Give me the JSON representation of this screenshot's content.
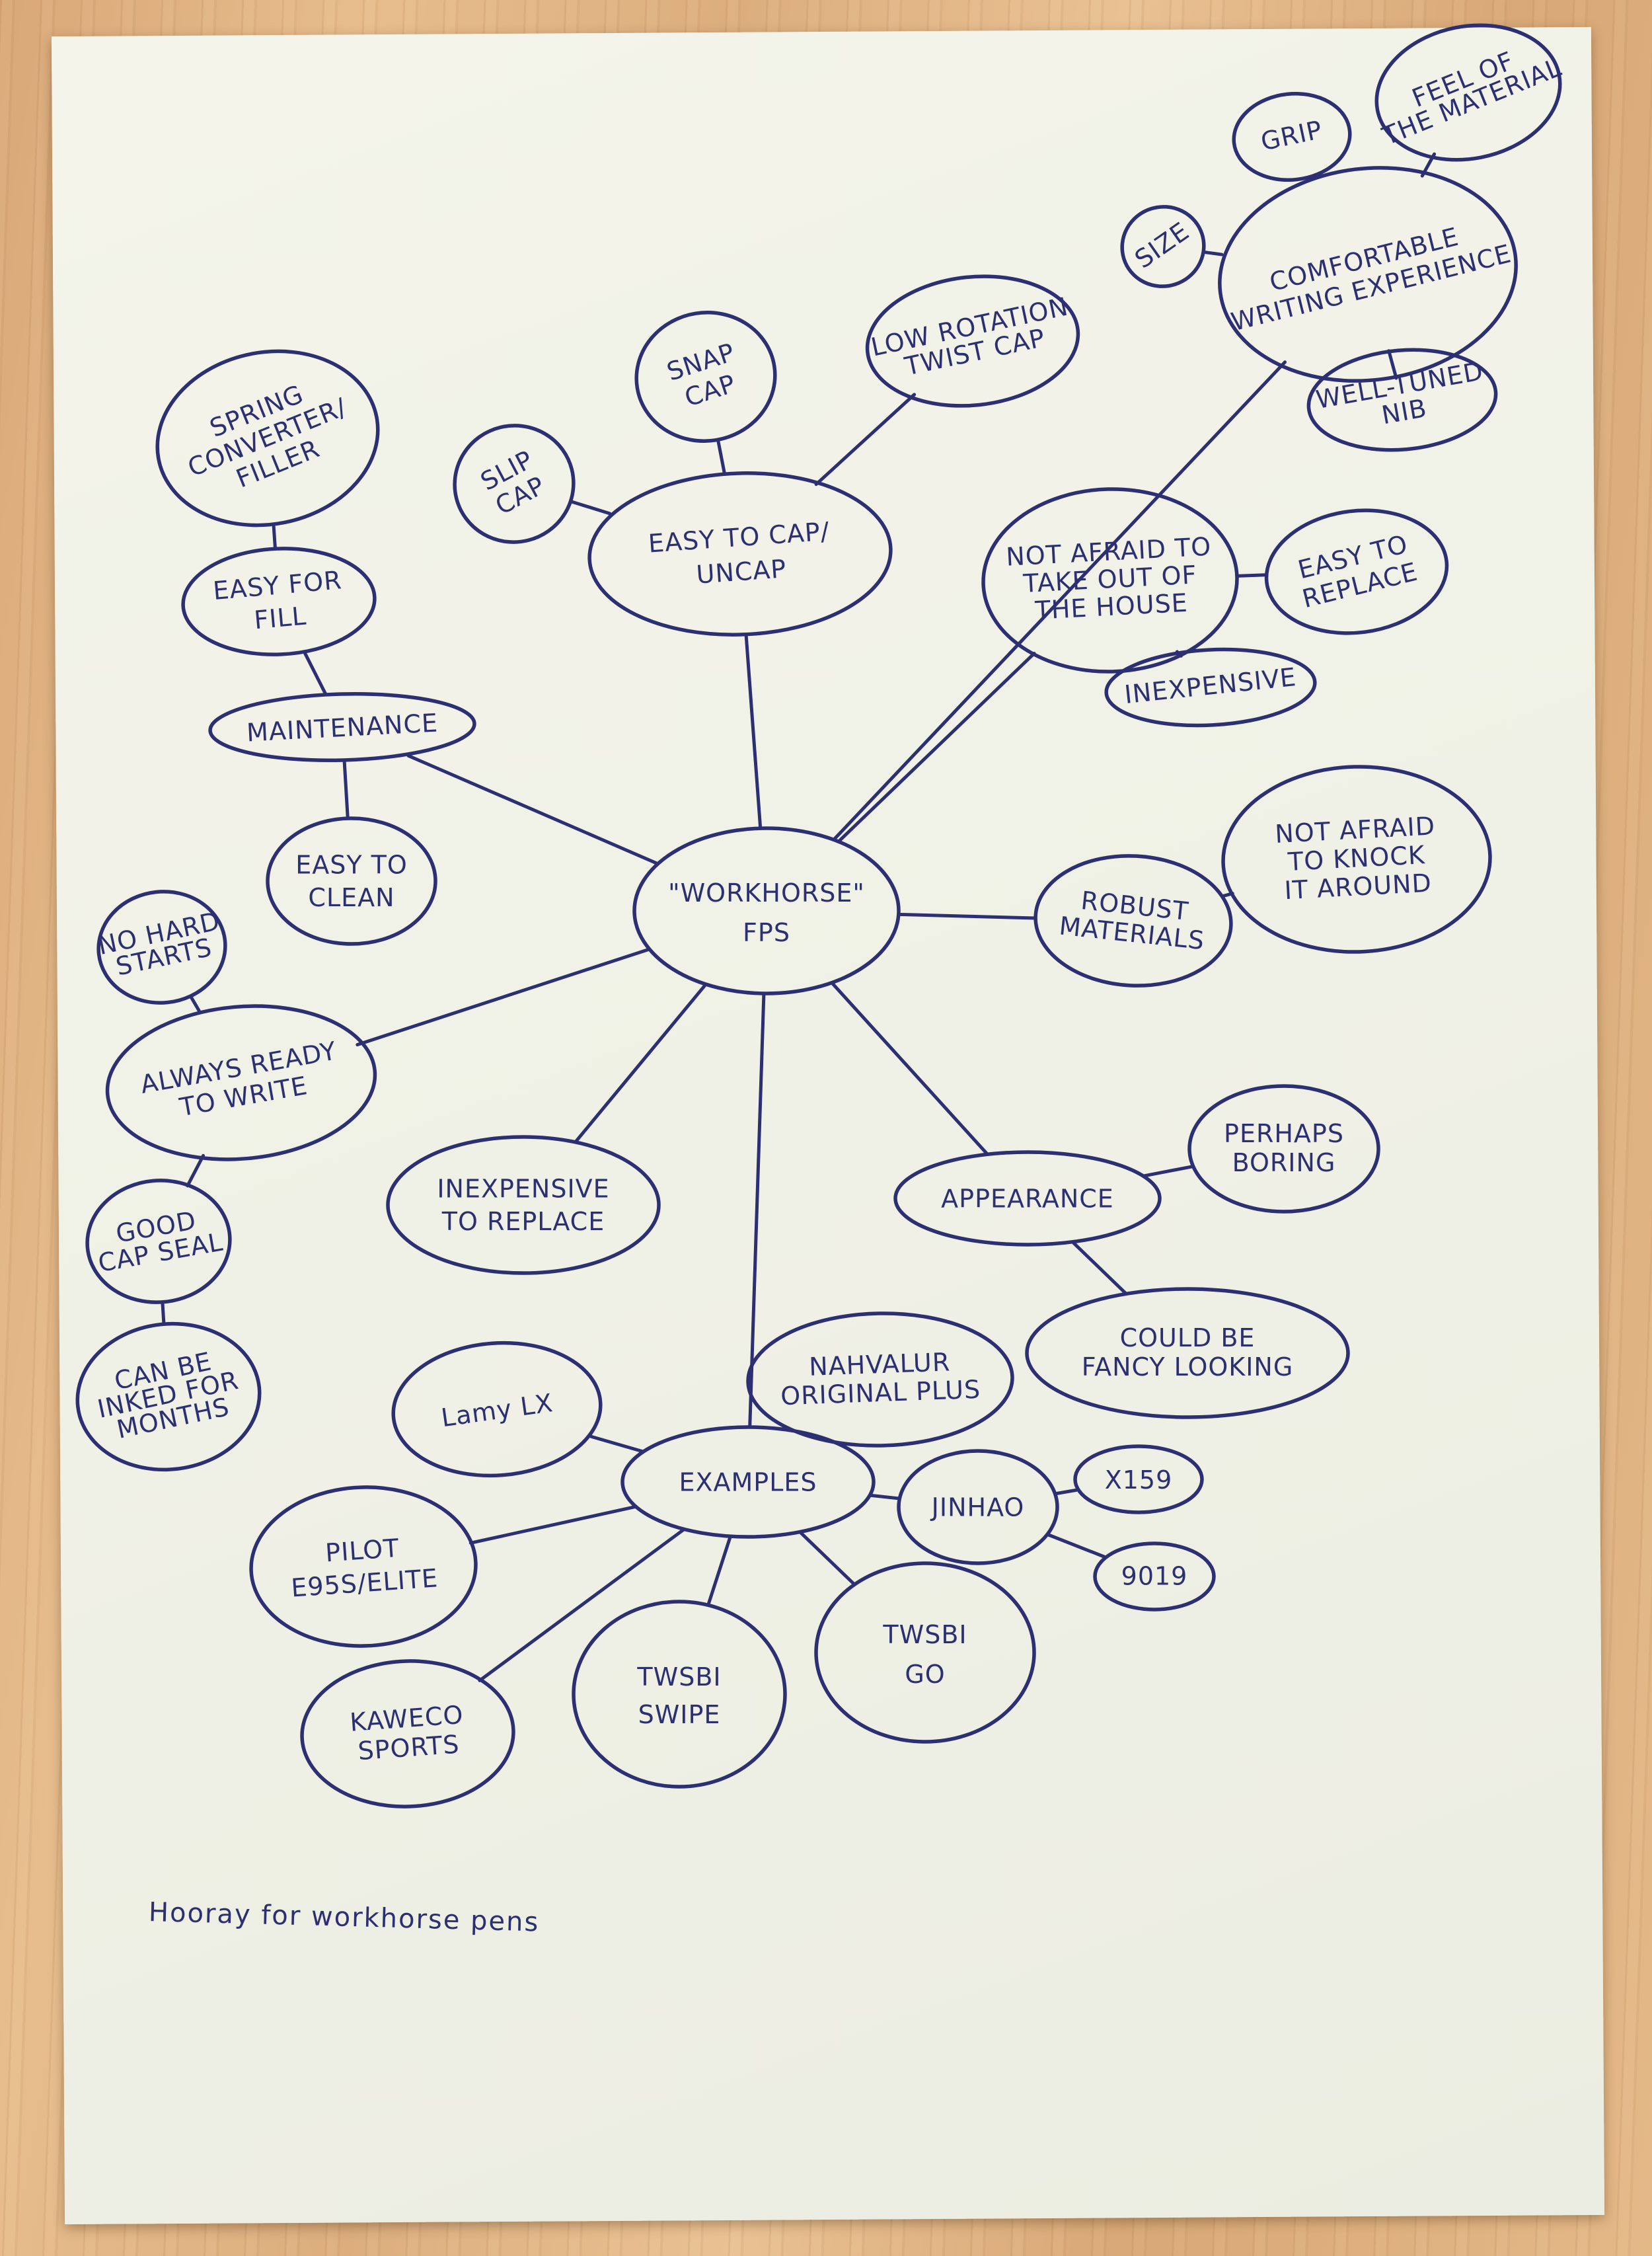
{
  "center": {
    "id": "center",
    "lines": [
      "\"WORKHORSE\"",
      "FPS"
    ]
  },
  "nodes": [
    {
      "id": "maintenance",
      "parent": "center",
      "lines": [
        "MAINTENANCE"
      ]
    },
    {
      "id": "easy-refill",
      "parent": "maintenance",
      "lines": [
        "EASY FOR",
        "FILL"
      ]
    },
    {
      "id": "spring-converter",
      "parent": "easy-refill",
      "lines": [
        "SPRING",
        "CONVERTER/",
        "FILLER"
      ]
    },
    {
      "id": "easy-clean",
      "parent": "maintenance",
      "lines": [
        "EASY TO",
        "CLEAN"
      ]
    },
    {
      "id": "easy-cap",
      "parent": "center",
      "lines": [
        "EASY TO CAP/",
        "UNCAP"
      ]
    },
    {
      "id": "slip-cap",
      "parent": "easy-cap",
      "lines": [
        "SLIP",
        "CAP"
      ]
    },
    {
      "id": "snap-cap",
      "parent": "easy-cap",
      "lines": [
        "SNAP",
        "CAP"
      ]
    },
    {
      "id": "twist-cap",
      "parent": "easy-cap",
      "lines": [
        "LOW ROTATION",
        "TWIST CAP"
      ]
    },
    {
      "id": "comfortable",
      "parent": "center",
      "lines": [
        "COMFORTABLE",
        "WRITING EXPERIENCE"
      ]
    },
    {
      "id": "size",
      "parent": "comfortable",
      "lines": [
        "SIZE"
      ]
    },
    {
      "id": "grip",
      "parent": "comfortable",
      "lines": [
        "GRIP"
      ]
    },
    {
      "id": "feel-material",
      "parent": "comfortable",
      "lines": [
        "FEEL OF",
        "THE MATERIAL"
      ]
    },
    {
      "id": "nib",
      "parent": "comfortable",
      "lines": [
        "WELL-TUNED",
        "NIB"
      ]
    },
    {
      "id": "not-afraid-house",
      "parent": "center",
      "lines": [
        "NOT AFRAID TO",
        "TAKE OUT OF",
        "THE HOUSE"
      ]
    },
    {
      "id": "easy-replace",
      "parent": "not-afraid-house",
      "lines": [
        "EASY TO",
        "REPLACE"
      ]
    },
    {
      "id": "inexpensive-small",
      "parent": "not-afraid-house",
      "lines": [
        "INEXPENSIVE"
      ]
    },
    {
      "id": "robust",
      "parent": "center",
      "lines": [
        "ROBUST",
        "MATERIALS"
      ]
    },
    {
      "id": "not-afraid-knock",
      "parent": "robust",
      "lines": [
        "NOT AFRAID",
        "TO KNOCK",
        "IT AROUND"
      ]
    },
    {
      "id": "always-ready",
      "parent": "center",
      "lines": [
        "ALWAYS READY",
        "TO WRITE"
      ]
    },
    {
      "id": "no-hard-starts",
      "parent": "always-ready",
      "lines": [
        "NO HARD",
        "STARTS"
      ]
    },
    {
      "id": "good-cap-seal",
      "parent": "always-ready",
      "lines": [
        "GOOD",
        "CAP SEAL"
      ]
    },
    {
      "id": "inked-months",
      "parent": "good-cap-seal",
      "lines": [
        "CAN BE",
        "INKED FOR",
        "MONTHS"
      ]
    },
    {
      "id": "inexpensive-replace",
      "parent": "center",
      "lines": [
        "INEXPENSIVE",
        "TO REPLACE"
      ]
    },
    {
      "id": "appearance",
      "parent": "center",
      "lines": [
        "APPEARANCE"
      ]
    },
    {
      "id": "perhaps-boring",
      "parent": "appearance",
      "lines": [
        "PERHAPS",
        "BORING"
      ]
    },
    {
      "id": "fancy-looking",
      "parent": "appearance",
      "lines": [
        "COULD BE",
        "FANCY LOOKING"
      ]
    },
    {
      "id": "examples",
      "parent": "center",
      "lines": [
        "EXAMPLES"
      ]
    },
    {
      "id": "lamy-lx",
      "parent": "examples",
      "lines": [
        "Lamy LX"
      ]
    },
    {
      "id": "nahvalur",
      "parent": "examples",
      "lines": [
        "NAHVALUR",
        "ORIGINAL PLUS"
      ]
    },
    {
      "id": "jinhao",
      "parent": "examples",
      "lines": [
        "JINHAO"
      ]
    },
    {
      "id": "x159",
      "parent": "jinhao",
      "lines": [
        "X159"
      ]
    },
    {
      "id": "j9019",
      "parent": "jinhao",
      "lines": [
        "9019"
      ]
    },
    {
      "id": "pilot",
      "parent": "examples",
      "lines": [
        "PILOT",
        "E95S/ELITE"
      ]
    },
    {
      "id": "kaweco",
      "parent": "examples",
      "lines": [
        "KAWECO",
        "SPORTS"
      ]
    },
    {
      "id": "twsbi-swipe",
      "parent": "examples",
      "lines": [
        "TWSBI",
        "SWIPE"
      ]
    },
    {
      "id": "twsbi-go",
      "parent": "examples",
      "lines": [
        "TWSBI",
        "GO"
      ]
    }
  ],
  "caption": "Hooray for workhorse pens"
}
